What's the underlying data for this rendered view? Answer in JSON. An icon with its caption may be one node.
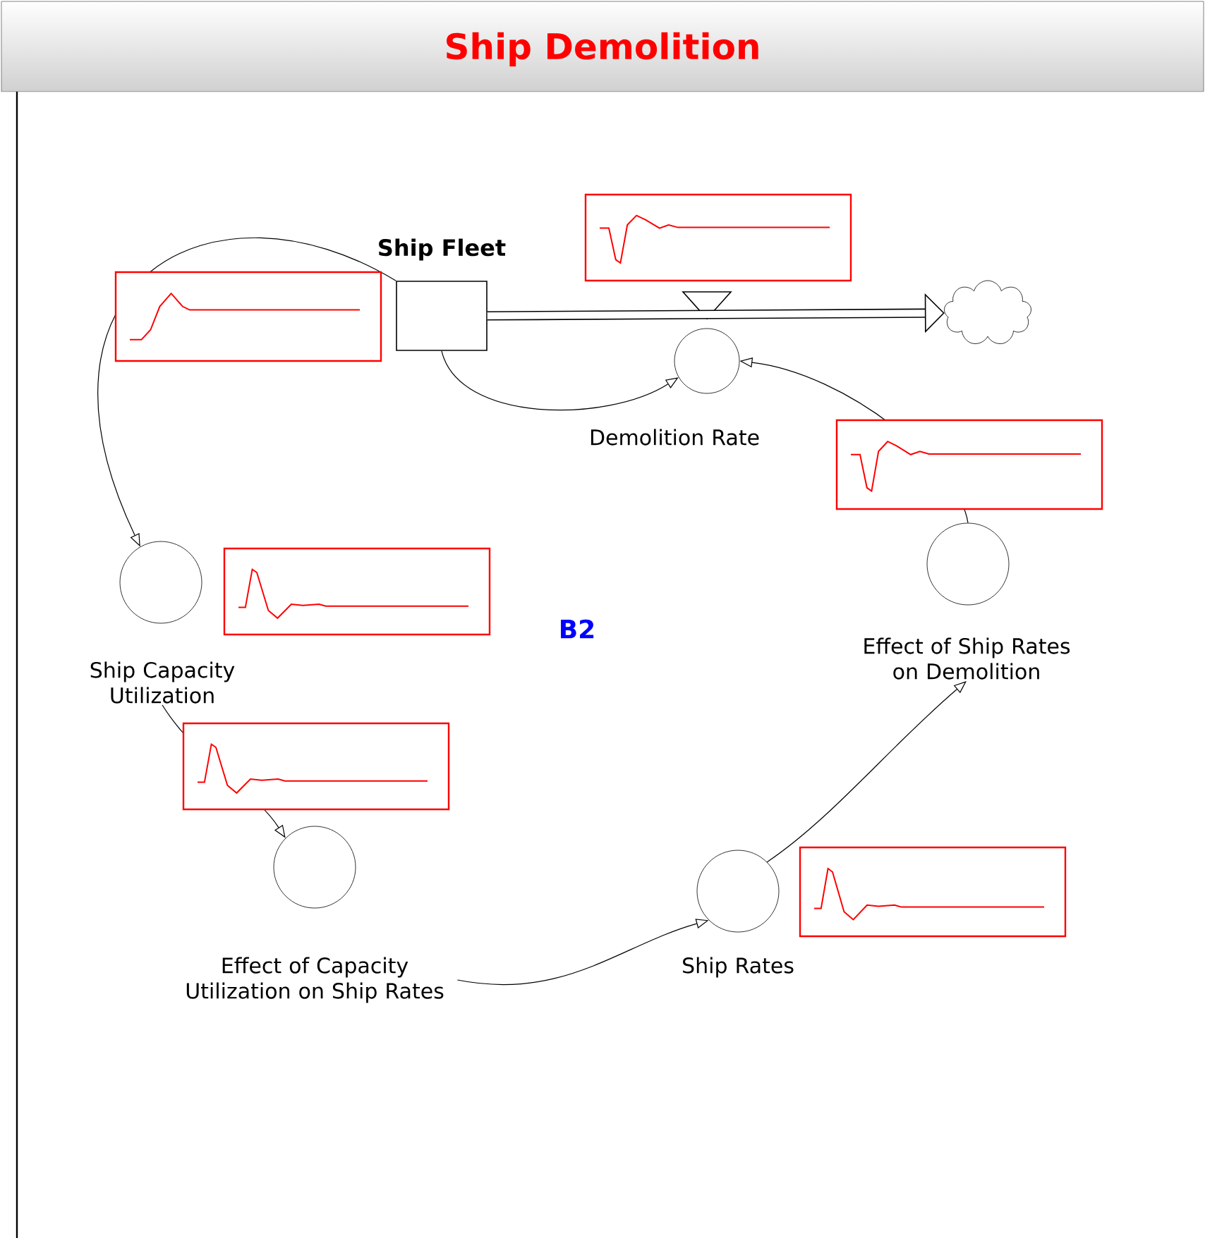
{
  "diagram": {
    "title": "Ship Demolition",
    "nodes": [
      {
        "text": [
          "Ship Fleet"
        ]
      },
      {
        "text": [
          "Demolition Rate"
        ]
      },
      {
        "text": [],
        "shape": "cloud"
      },
      {
        "text": [
          "Ship Capacity Utilization"
        ]
      },
      {
        "text": [
          "Effect of Capacity Utilization on Ship Rates"
        ]
      },
      {
        "text": [
          "Ship Rates"
        ]
      },
      {
        "text": [
          "Effect of Ship Rates on Demolition"
        ]
      }
    ],
    "edges": [
      {
        "from": 0,
        "to": 2,
        "arrow": "to",
        "style": "thick"
      },
      {
        "from": 0,
        "to": 1,
        "arrow": "to"
      },
      {
        "from": 0,
        "to": 3,
        "arrow": "to"
      },
      {
        "from": 6,
        "to": 1,
        "arrow": "to"
      },
      {
        "from": 3,
        "to": 4,
        "arrow": "to"
      },
      {
        "from": 4,
        "to": 5,
        "arrow": "to"
      },
      {
        "from": 5,
        "to": 6,
        "arrow": "to"
      }
    ],
    "labels": [
      "B2"
    ]
  }
}
